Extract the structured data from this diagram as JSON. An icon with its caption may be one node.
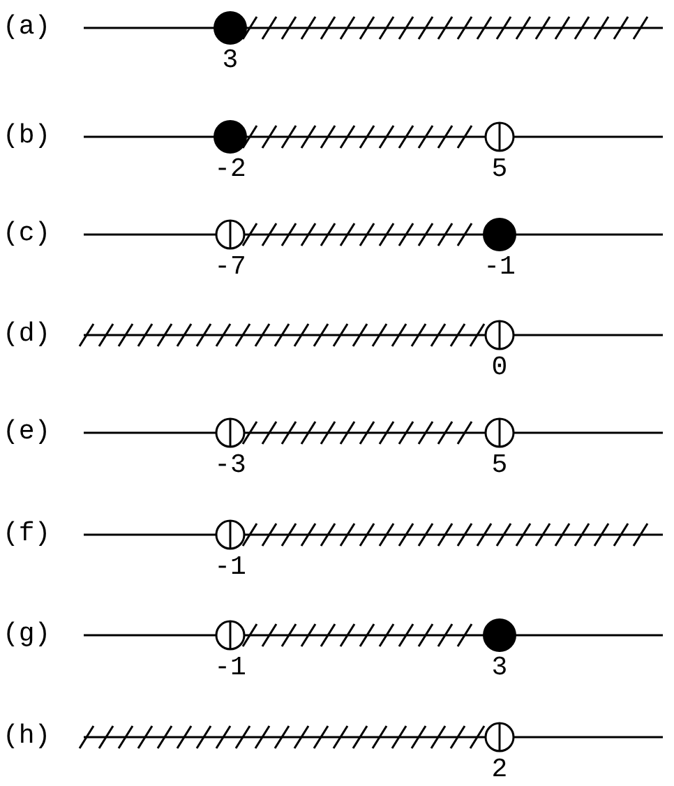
{
  "diagram": {
    "labels": [
      "(a)",
      "3",
      "(b)",
      "-2",
      "5",
      "(c)",
      "-7",
      "-1",
      "(d)",
      "0",
      "(e)",
      "-3",
      "5",
      "(f)",
      "-1",
      "(g)",
      "-1",
      "3",
      "(h)",
      "2"
    ]
  }
}
